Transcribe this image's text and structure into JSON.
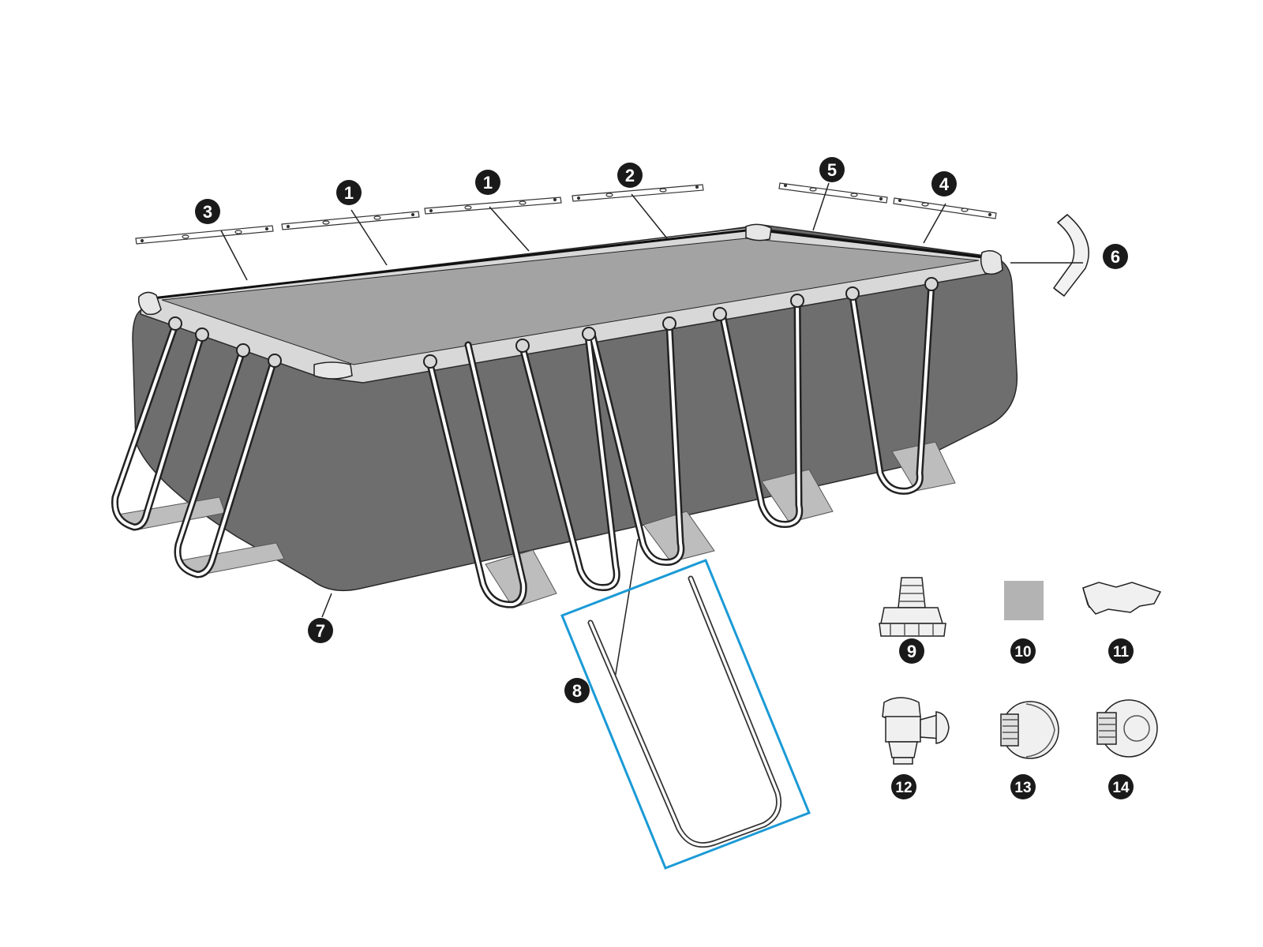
{
  "callouts": {
    "c1a": "1",
    "c1b": "1",
    "c2": "2",
    "c3": "3",
    "c4": "4",
    "c5": "5",
    "c6": "6",
    "c7": "7",
    "c8": "8",
    "c9": "9",
    "c10": "10",
    "c11": "11",
    "c12": "12",
    "c13": "13",
    "c14": "14"
  },
  "colors": {
    "liner_wall": "#6f6e6e",
    "water_surface": "#a3a3a3",
    "top_rim": "#d8d8d8",
    "leg_strap": "#bdbdbd",
    "callout_fill": "#1a1a1a",
    "highlight_box": "#1a9ad6",
    "ground_cloth": "#b3b3b3"
  }
}
